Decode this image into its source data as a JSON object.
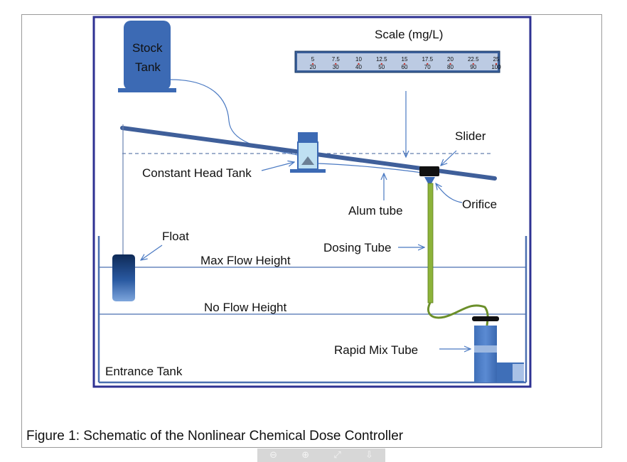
{
  "diagram": {
    "labels": {
      "stock_tank_line1": "Stock",
      "stock_tank_line2": "Tank",
      "scale_title": "Scale (mg/L)",
      "slider": "Slider",
      "constant_head_tank": "Constant Head Tank",
      "alum_tube": "Alum tube",
      "orifice": "Orifice",
      "float": "Float",
      "dosing_tube": "Dosing Tube",
      "max_flow_height": "Max Flow Height",
      "no_flow_height": "No Flow Height",
      "rapid_mix_tube": "Rapid Mix Tube",
      "entrance_tank": "Entrance Tank"
    },
    "scale_top_ticks": [
      "5",
      "7.5",
      "10",
      "12.5",
      "15",
      "17.5",
      "20",
      "22.5",
      "25"
    ],
    "scale_bottom_ticks": [
      "20",
      "30",
      "40",
      "50",
      "60",
      "70",
      "80",
      "90",
      "100"
    ],
    "colors": {
      "frame": "#2e3192",
      "lever": "#3f5f9a",
      "water_line": "#4a6fb0",
      "tank_blue": "#4a79c2",
      "dosing_tube": "#8cb33a"
    }
  },
  "caption": "Figure 1: Schematic of the Nonlinear Chemical Dose Controller",
  "toolbar": {
    "zoom_out_icon": "⊖",
    "zoom_in_icon": "⊕",
    "fullscreen_icon": "⤢",
    "download_icon": "⇩"
  }
}
